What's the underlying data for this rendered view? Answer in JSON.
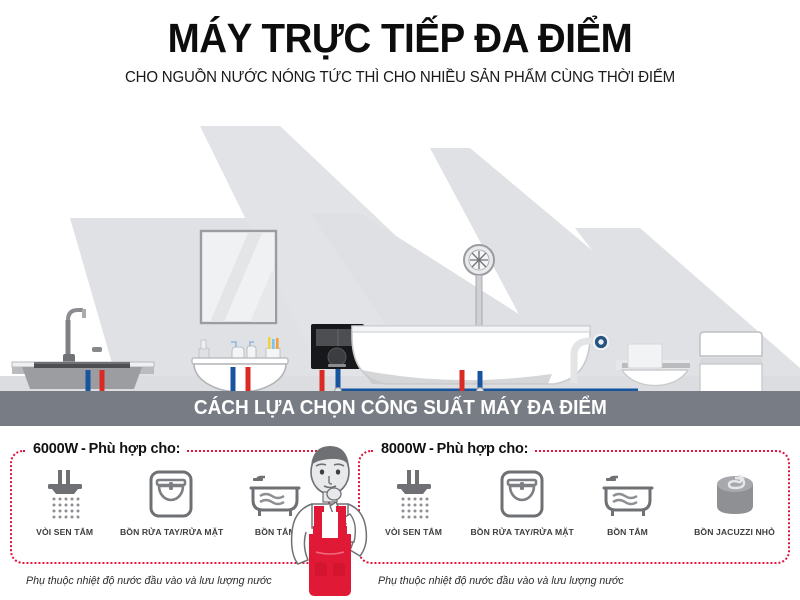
{
  "header": {
    "title": "MÁY TRỰC TIẾP ĐA ĐIỂM",
    "subtitle": "CHO NGUỒN NƯỚC NÓNG TỨC THÌ CHO NHIỀU SẢN PHẨM CÙNG THỜI ĐIỂM"
  },
  "banner": {
    "text": "CÁCH LỰA CHỌN CÔNG SUẤT MÁY ĐA ĐIỂM",
    "background": "#787c84",
    "text_color": "#ffffff"
  },
  "scene": {
    "name": "bathroom-plumbing-diagram",
    "items": [
      {
        "name": "kitchen-sink",
        "label": ""
      },
      {
        "name": "wall-mirror",
        "label": ""
      },
      {
        "name": "wash-basin",
        "label": ""
      },
      {
        "name": "water-heater-unit",
        "label": ""
      },
      {
        "name": "shower-column",
        "label": ""
      },
      {
        "name": "bathtub",
        "label": ""
      },
      {
        "name": "toilet",
        "label": ""
      },
      {
        "name": "toilet-paper-holder",
        "label": ""
      }
    ],
    "pipes": {
      "hot_color": "#d92a24",
      "cold_color": "#18559f"
    }
  },
  "groups": [
    {
      "power": "6000W",
      "dash": "-",
      "suitable_label": "Phù hợp cho:",
      "border_color": "#e3123f",
      "note": "Phụ thuộc nhiệt độ nước đầu vào và lưu lượng nước",
      "items": [
        {
          "icon": "shower-head-icon",
          "label": "VÒI SEN TẮM"
        },
        {
          "icon": "wash-basin-icon",
          "label": "BỒN RỬA TAY/RỬA MẶT"
        },
        {
          "icon": "bathtub-icon",
          "label": "BỒN TẮM"
        }
      ]
    },
    {
      "power": "8000W",
      "dash": "-",
      "suitable_label": "Phù hợp cho:",
      "border_color": "#e3123f",
      "note": "Phụ thuộc nhiệt độ nước đầu vào và lưu lượng nước",
      "items": [
        {
          "icon": "shower-head-icon",
          "label": "VÒI SEN TẮM"
        },
        {
          "icon": "wash-basin-icon",
          "label": "BỒN RỬA TAY/RỬA MẶT"
        },
        {
          "icon": "bathtub-icon",
          "label": "BỒN TẮM"
        },
        {
          "icon": "jacuzzi-icon",
          "label": "BỒN JACUZZI NHỎ"
        }
      ]
    }
  ],
  "worker": {
    "name": "technician-thinking-illustration",
    "overall_color": "#e01a36"
  }
}
